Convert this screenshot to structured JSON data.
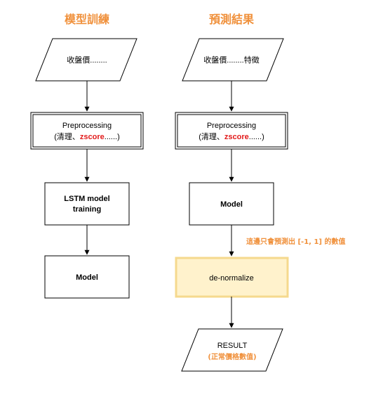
{
  "titles": {
    "left": "模型訓練",
    "right": "預測結果"
  },
  "left": {
    "input_label": "收盤價........",
    "preprocess_line1": "Preprocessing",
    "preprocess_open": "(清理、",
    "preprocess_red": "zscore",
    "preprocess_close": "......)",
    "train_line1": "LSTM model",
    "train_line2": "training",
    "model_label": "Model"
  },
  "right": {
    "input_label": "收盤價........特徵",
    "preprocess_line1": "Preprocessing",
    "preprocess_open": "(清理、",
    "preprocess_red": "zscore",
    "preprocess_close": "......)",
    "model_label": "Model",
    "note": "這邊只會預測出 [-1, 1] 的數值",
    "denorm_label": "de-normalize",
    "result_line1": "RESULT",
    "result_line2": "(正常價格數值)"
  },
  "colors": {
    "accent_orange": "#f0913c",
    "highlight_red": "#e21a1a",
    "denorm_fill": "#fff2cc",
    "denorm_stroke": "#f5d98e"
  }
}
